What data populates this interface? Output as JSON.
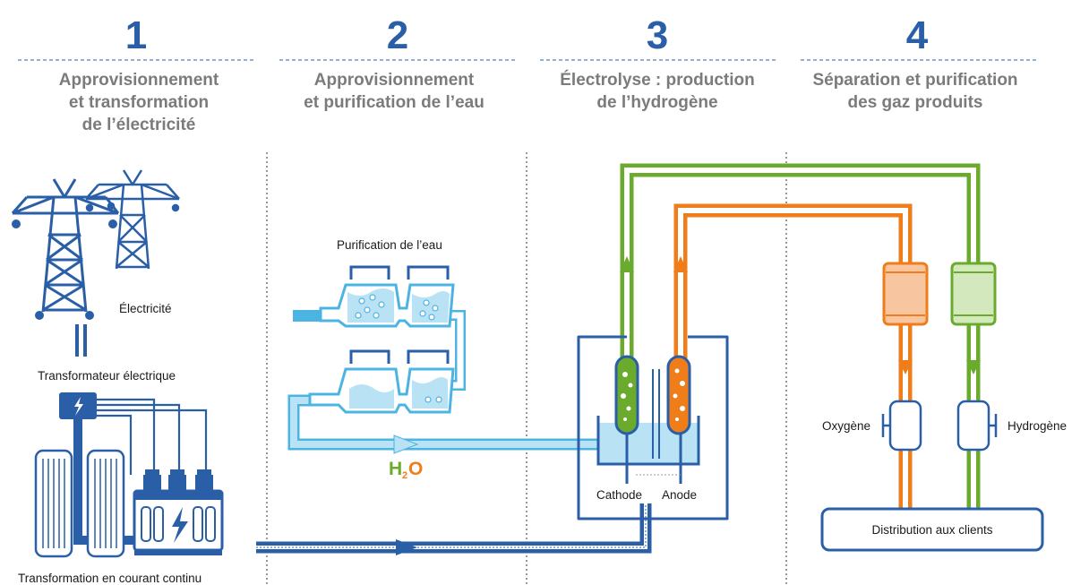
{
  "steps": [
    {
      "number": "1",
      "title_lines": [
        "Approvisionnement",
        "et transformation",
        "de l’électricité"
      ]
    },
    {
      "number": "2",
      "title_lines": [
        "Approvisionnement",
        "et purification de l’eau"
      ]
    },
    {
      "number": "3",
      "title_lines": [
        "Électrolyse : production",
        "de l’hydrogène"
      ]
    },
    {
      "number": "4",
      "title_lines": [
        "Séparation et purification",
        "des gaz produits"
      ]
    }
  ],
  "labels": {
    "electricite": "Électricité",
    "transformateur": "Transformateur électrique",
    "transformation_cc": "Transformation en courant continu",
    "purification_eau": "Purification de l’eau",
    "h2o_h": "H",
    "h2o_sub": "2",
    "h2o_o": "O",
    "cathode": "Cathode",
    "anode": "Anode",
    "oxygene": "Oxygène",
    "hydrogene": "Hydrogène",
    "distribution": "Distribution aux clients"
  },
  "colors": {
    "blue_dark": "#2a5fa8",
    "blue_light": "#4cb4e2",
    "blue_pale": "#b9e2f5",
    "green": "#6aab2e",
    "orange": "#ef7d1a",
    "grey_title": "#7b7b7b"
  },
  "icons": [
    "pylon-icon",
    "transformer-icon",
    "lightning-icon",
    "bubble-icon",
    "valve-icon",
    "flow-arrow-icon"
  ]
}
